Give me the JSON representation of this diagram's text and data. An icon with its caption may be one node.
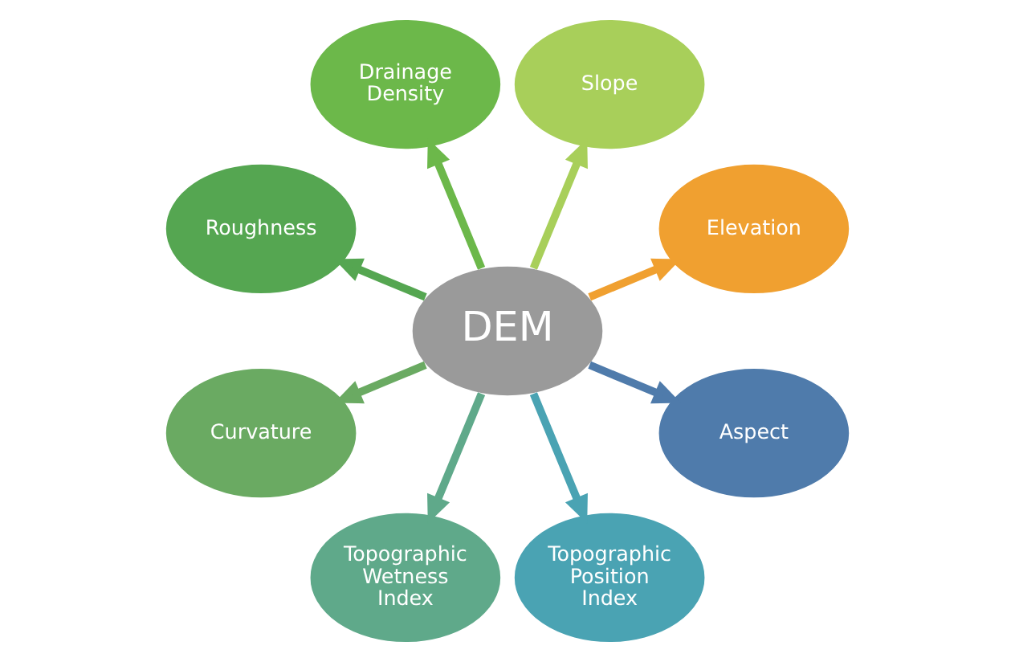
{
  "diagram": {
    "nodes": [
      {
        "text": [
          "DEM"
        ]
      },
      {
        "text": [
          "Elevation"
        ]
      },
      {
        "text": [
          "Slope"
        ]
      },
      {
        "text": [
          "Drainage Density"
        ]
      },
      {
        "text": [
          "Roughness"
        ]
      },
      {
        "text": [
          "Curvature"
        ]
      },
      {
        "text": [
          "Topographic Wetness Index"
        ]
      },
      {
        "text": [
          "Topographic Position Index"
        ]
      },
      {
        "text": [
          "Aspect"
        ]
      }
    ],
    "edges": [
      {
        "from": 0,
        "to": 1,
        "arrow": "to",
        "color": "#f0a030"
      },
      {
        "from": 0,
        "to": 2,
        "arrow": "to",
        "color": "#a8cf5a"
      },
      {
        "from": 0,
        "to": 3,
        "arrow": "to",
        "color": "#6cb84a"
      },
      {
        "from": 0,
        "to": 4,
        "arrow": "to",
        "color": "#55a651"
      },
      {
        "from": 0,
        "to": 5,
        "arrow": "to",
        "color": "#6aaa62"
      },
      {
        "from": 0,
        "to": 6,
        "arrow": "to",
        "color": "#5fa98a"
      },
      {
        "from": 0,
        "to": 7,
        "arrow": "to",
        "color": "#4aa3b3"
      },
      {
        "from": 0,
        "to": 8,
        "arrow": "to",
        "color": "#4f7bab"
      }
    ]
  }
}
